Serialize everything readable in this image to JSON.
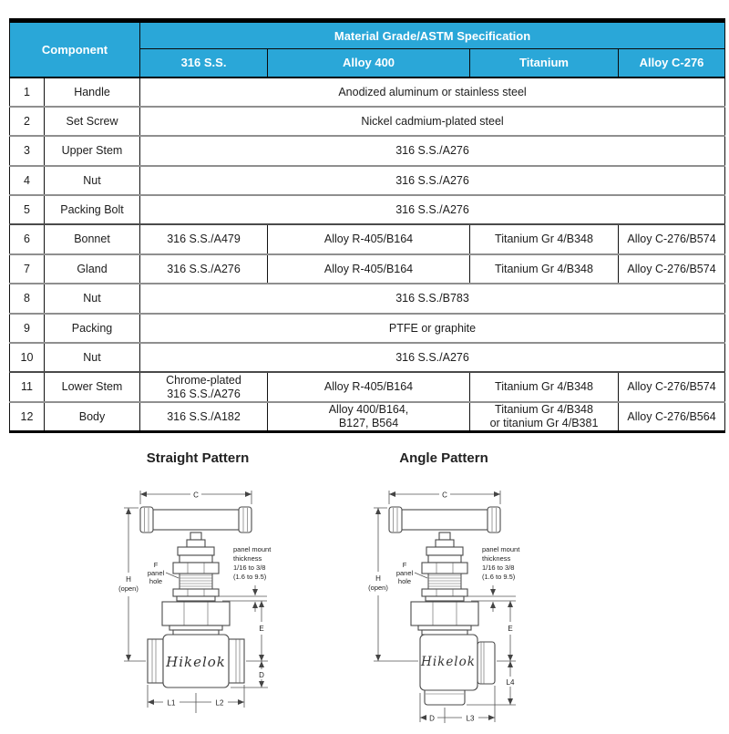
{
  "table": {
    "component_header": "Component",
    "spec_header": "Material Grade/ASTM Specification",
    "grade_columns": [
      "316 S.S.",
      "Alloy 400",
      "Titanium",
      "Alloy C-276"
    ],
    "rows": [
      {
        "num": "1",
        "name": "Handle",
        "span": "Anodized aluminum or stainless steel"
      },
      {
        "num": "2",
        "name": "Set Screw",
        "span": "Nickel cadmium-plated steel"
      },
      {
        "num": "3",
        "name": "Upper Stem",
        "span": "316 S.S./A276"
      },
      {
        "num": "4",
        "name": "Nut",
        "span": "316 S.S./A276"
      },
      {
        "num": "5",
        "name": "Packing Bolt",
        "span": "316 S.S./A276"
      },
      {
        "num": "6",
        "name": "Bonnet",
        "cells": [
          "316 S.S./A479",
          "Alloy R-405/B164",
          "Titanium Gr 4/B348",
          "Alloy C-276/B574"
        ]
      },
      {
        "num": "7",
        "name": "Gland",
        "cells": [
          "316 S.S./A276",
          "Alloy R-405/B164",
          "Titanium Gr 4/B348",
          "Alloy C-276/B574"
        ]
      },
      {
        "num": "8",
        "name": "Nut",
        "span": "316 S.S./B783"
      },
      {
        "num": "9",
        "name": "Packing",
        "span": "PTFE or graphite"
      },
      {
        "num": "10",
        "name": "Nut",
        "span": "316 S.S./A276"
      },
      {
        "num": "11",
        "name": "Lower Stem",
        "cells": [
          "Chrome-plated\n316 S.S./A276",
          "Alloy R-405/B164",
          "Titanium Gr 4/B348",
          "Alloy C-276/B574"
        ]
      },
      {
        "num": "12",
        "name": "Body",
        "cells": [
          "316 S.S./A182",
          "Alloy 400/B164,\nB127, B564",
          "Titanium Gr 4/B348\nor titanium Gr 4/B381",
          "Alloy C-276/B564"
        ]
      }
    ]
  },
  "diagrams": {
    "straight": {
      "title": "Straight Pattern",
      "brand": "Hikelok",
      "labels": {
        "c": "C",
        "h": "H",
        "h_open": "(open)",
        "f1": "F",
        "f2": "panel",
        "f3": "hole",
        "pm1": "panel mount",
        "pm2": "thickness",
        "pm3": "1/16 to 3/8",
        "pm4": "(1.6 to 9.5)",
        "e": "E",
        "d": "D",
        "l1": "L1",
        "l2": "L2"
      }
    },
    "angle": {
      "title": "Angle Pattern",
      "brand": "Hikelok",
      "labels": {
        "c": "C",
        "h": "H",
        "h_open": "(open)",
        "f1": "F",
        "f2": "panel",
        "f3": "hole",
        "pm1": "panel mount",
        "pm2": "thickness",
        "pm3": "1/16 to 3/8",
        "pm4": "(1.6 to 9.5)",
        "e": "E",
        "l4": "L4",
        "d": "D",
        "l3": "L3"
      }
    }
  },
  "colors": {
    "header_bg": "#2aa7d8",
    "header_text": "#ffffff"
  }
}
